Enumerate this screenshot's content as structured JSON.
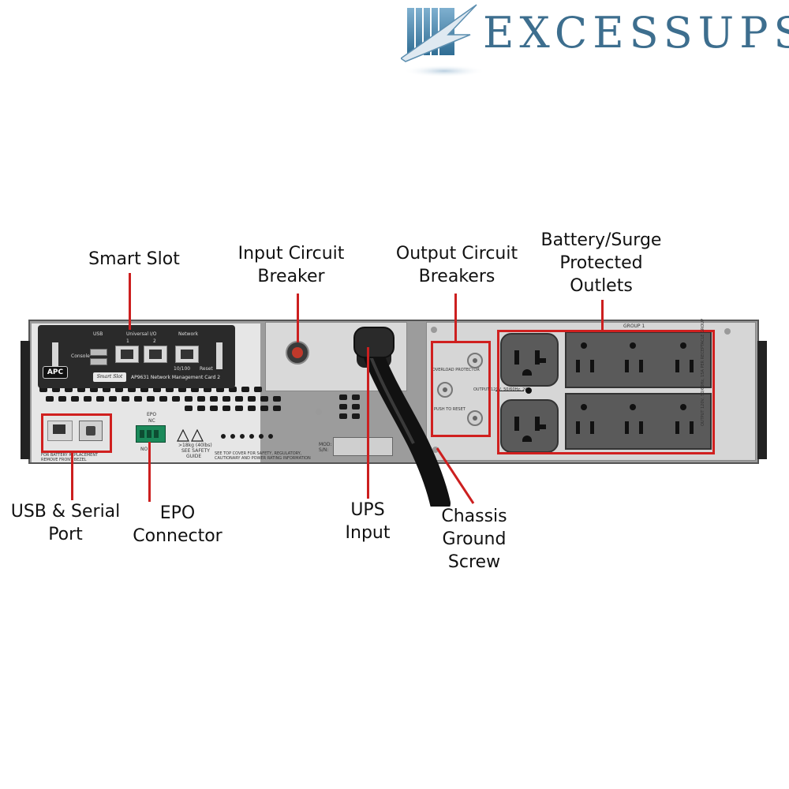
{
  "brand": {
    "name": "EXCESSUPS",
    "colors": {
      "logo_blue": "#4a7f9f",
      "logo_text": "#3d6e8e",
      "callout_red": "#d0201f"
    }
  },
  "labels": {
    "smart_slot": "Smart Slot",
    "input_breaker_line1": "Input Circuit",
    "input_breaker_line2": "Breaker",
    "output_breaker_line1": "Output Circuit",
    "output_breaker_line2": "Breakers",
    "outlets_line1": "Battery/Surge",
    "outlets_line2": "Protected",
    "outlets_line3": "Outlets",
    "usb_serial_line1": "USB & Serial",
    "usb_serial_line2": "Port",
    "epo_line1": "EPO",
    "epo_line2": "Connector",
    "ups_input_line1": "UPS",
    "ups_input_line2": "Input",
    "chassis_line1": "Chassis",
    "chassis_line2": "Ground",
    "chassis_line3": "Screw"
  },
  "device": {
    "card_usb": "USB",
    "card_universal_io": "Universal I/O",
    "card_network": "Network",
    "card_port1": "1",
    "card_port2": "2",
    "card_console": "Console",
    "card_brand": "APC",
    "card_smartslot_badge": "Smart Slot",
    "card_model": "AP9631 Network Management Card 2",
    "card_speed": "10/100",
    "card_reset": "Reset",
    "epo_label": "EPO",
    "epo_nc": "NC",
    "epo_no": "NO",
    "weight_note": ">18kg (40lbs)",
    "see_safety": "SEE SAFETY",
    "guide": "GUIDE",
    "cover_note_line1": "SEE TOP COVER FOR SAFETY, REGULATORY,",
    "cover_note_line2": "CAUTIONARY AND POWER RATING INFORMATION",
    "battery_note_line1": "FOR BATTERY REPLACEMENT",
    "battery_note_line2": "REMOVE FRONT BEZEL",
    "model_label": "MOD:",
    "serial_label": "S/N:",
    "overload": "OVERLOAD PROTECTOR",
    "push_reset": "PUSH TO RESET",
    "output_rating": "OUTPUT 120V, 50/60Hz, 20A",
    "group_label": "GROUP 1",
    "side_rating": "OUTPUT 120V, 50/60Hz, 15A PER RECEPTACLE GROUP"
  }
}
